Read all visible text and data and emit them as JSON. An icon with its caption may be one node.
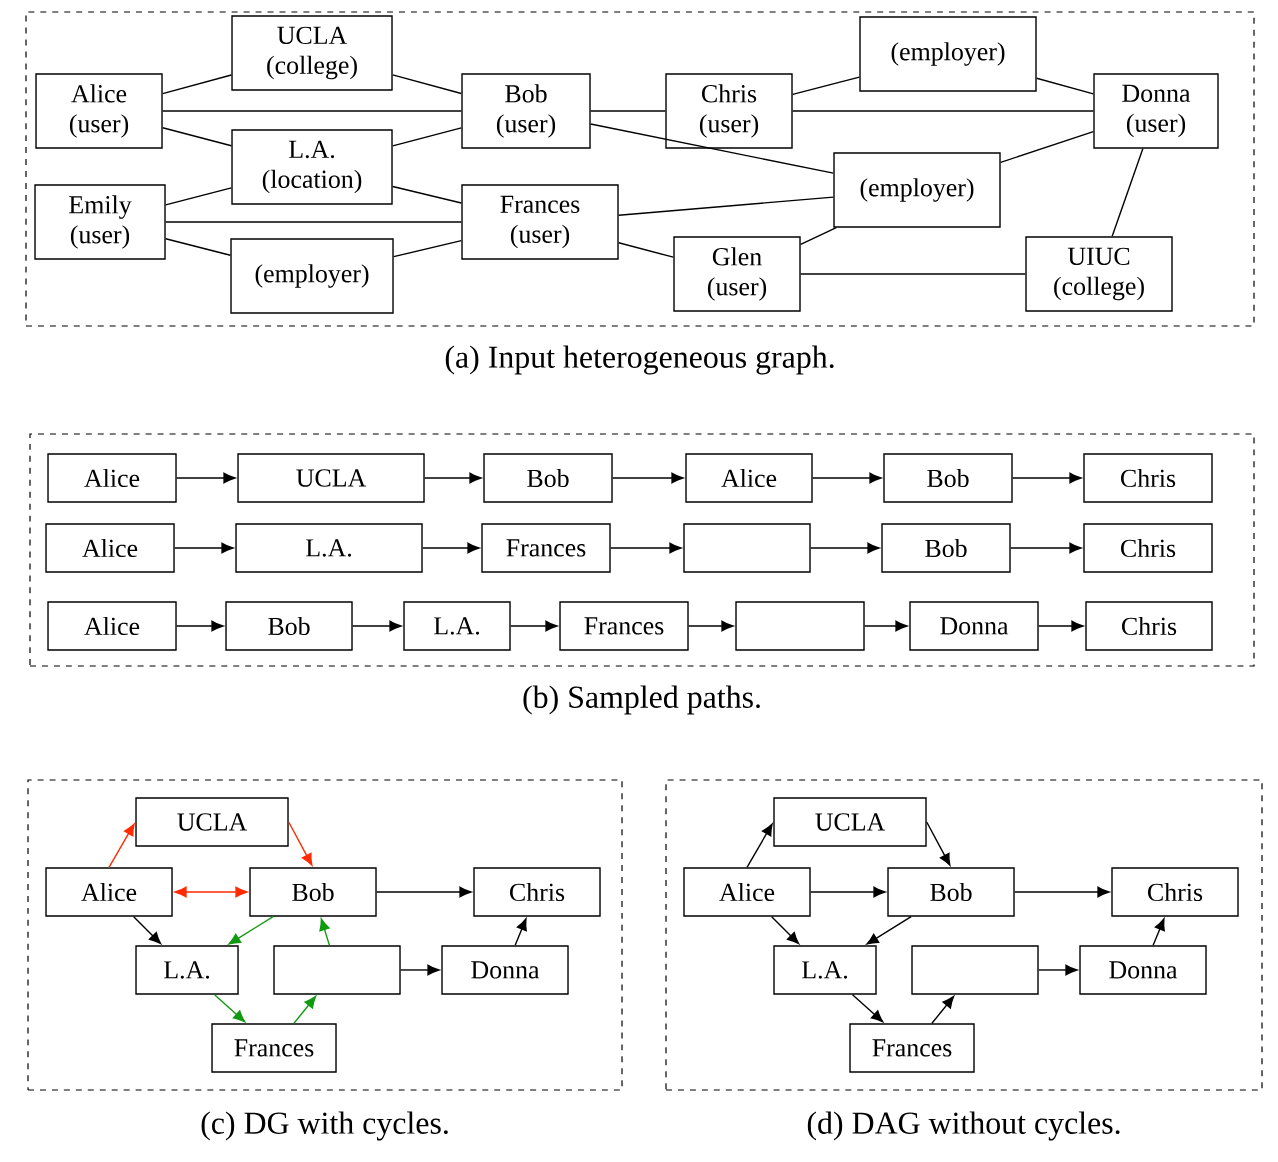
{
  "diagram": {
    "nodes": [
      {
        "text": [
          "(a) Input heterogeneous graph."
        ]
      },
      {
        "text": [
          "Alice (user)"
        ],
        "in": 0
      },
      {
        "text": [
          "UCLA (college)"
        ],
        "in": 0
      },
      {
        "text": [
          "L.A. (location)"
        ],
        "in": 0
      },
      {
        "text": [
          "Emily (user)"
        ],
        "in": 0
      },
      {
        "text": [
          "(employer)"
        ],
        "in": 0
      },
      {
        "text": [
          "Bob (user)"
        ],
        "in": 0
      },
      {
        "text": [
          "Frances (user)"
        ],
        "in": 0
      },
      {
        "text": [
          "Chris (user)"
        ],
        "in": 0
      },
      {
        "text": [
          "(employer)"
        ],
        "in": 0
      },
      {
        "text": [
          "(employer)"
        ],
        "in": 0
      },
      {
        "text": [
          "Glen (user)"
        ],
        "in": 0
      },
      {
        "text": [
          "Donna (user)"
        ],
        "in": 0
      },
      {
        "text": [
          "UIUC (college)"
        ],
        "in": 0
      },
      {
        "text": [
          "(b) Sampled paths."
        ]
      },
      {
        "text": [
          "Alice"
        ],
        "in": 14
      },
      {
        "text": [
          "UCLA"
        ],
        "in": 14
      },
      {
        "text": [
          "Bob"
        ],
        "in": 14
      },
      {
        "text": [
          "Alice"
        ],
        "in": 14
      },
      {
        "text": [
          "Bob"
        ],
        "in": 14
      },
      {
        "text": [
          "Chris"
        ],
        "in": 14
      },
      {
        "text": [
          "Alice"
        ],
        "in": 14
      },
      {
        "text": [
          "L.A."
        ],
        "in": 14
      },
      {
        "text": [
          "Frances"
        ],
        "in": 14
      },
      {
        "text": [],
        "shape": "box",
        "in": 14
      },
      {
        "text": [
          "Bob"
        ],
        "in": 14
      },
      {
        "text": [
          "Chris"
        ],
        "in": 14
      },
      {
        "text": [
          "Alice"
        ],
        "in": 14
      },
      {
        "text": [
          "Bob"
        ],
        "in": 14
      },
      {
        "text": [
          "L.A."
        ],
        "in": 14
      },
      {
        "text": [
          "Frances"
        ],
        "in": 14
      },
      {
        "text": [],
        "shape": "box",
        "in": 14
      },
      {
        "text": [
          "Donna"
        ],
        "in": 14
      },
      {
        "text": [
          "Chris"
        ],
        "in": 14
      },
      {
        "text": [
          "(c) DG with cycles."
        ]
      },
      {
        "text": [
          "UCLA"
        ],
        "in": 34
      },
      {
        "text": [
          "Alice"
        ],
        "in": 34
      },
      {
        "text": [
          "Bob"
        ],
        "in": 34
      },
      {
        "text": [
          "Chris"
        ],
        "in": 34
      },
      {
        "text": [
          "L.A."
        ],
        "in": 34
      },
      {
        "text": [],
        "shape": "box",
        "in": 34
      },
      {
        "text": [
          "Donna"
        ],
        "in": 34
      },
      {
        "text": [
          "Frances"
        ],
        "in": 34
      },
      {
        "text": [
          "(d) DAG without cycles."
        ]
      },
      {
        "text": [
          "UCLA"
        ],
        "in": 43
      },
      {
        "text": [
          "Alice"
        ],
        "in": 43
      },
      {
        "text": [
          "Bob"
        ],
        "in": 43
      },
      {
        "text": [
          "Chris"
        ],
        "in": 43
      },
      {
        "text": [
          "L.A."
        ],
        "in": 43
      },
      {
        "text": [],
        "shape": "box",
        "in": 43
      },
      {
        "text": [
          "Donna"
        ],
        "in": 43
      },
      {
        "text": [
          "Frances"
        ],
        "in": 43
      }
    ],
    "edges": [
      {
        "from": 1,
        "to": 2,
        "arrow": "none"
      },
      {
        "from": 1,
        "to": 6,
        "arrow": "none"
      },
      {
        "from": 1,
        "to": 3,
        "arrow": "none"
      },
      {
        "from": 4,
        "to": 3,
        "arrow": "none"
      },
      {
        "from": 4,
        "to": 7,
        "arrow": "none"
      },
      {
        "from": 4,
        "to": 5,
        "arrow": "none"
      },
      {
        "from": 2,
        "to": 6,
        "arrow": "none"
      },
      {
        "from": 3,
        "to": 6,
        "arrow": "none"
      },
      {
        "from": 3,
        "to": 7,
        "arrow": "none"
      },
      {
        "from": 5,
        "to": 7,
        "arrow": "none"
      },
      {
        "from": 6,
        "to": 8,
        "arrow": "none"
      },
      {
        "from": 6,
        "to": 10,
        "arrow": "none"
      },
      {
        "from": 7,
        "to": 10,
        "arrow": "none"
      },
      {
        "from": 7,
        "to": 11,
        "arrow": "none"
      },
      {
        "from": 8,
        "to": 9,
        "arrow": "none"
      },
      {
        "from": 8,
        "to": 12,
        "arrow": "none"
      },
      {
        "from": 9,
        "to": 12,
        "arrow": "none"
      },
      {
        "from": 10,
        "to": 12,
        "arrow": "none"
      },
      {
        "from": 10,
        "to": 11,
        "arrow": "none"
      },
      {
        "from": 11,
        "to": 13,
        "arrow": "none"
      },
      {
        "from": 13,
        "to": 12,
        "arrow": "none"
      },
      {
        "from": 15,
        "to": 16,
        "arrow": "to"
      },
      {
        "from": 16,
        "to": 17,
        "arrow": "to"
      },
      {
        "from": 17,
        "to": 18,
        "arrow": "to"
      },
      {
        "from": 18,
        "to": 19,
        "arrow": "to"
      },
      {
        "from": 19,
        "to": 20,
        "arrow": "to"
      },
      {
        "from": 21,
        "to": 22,
        "arrow": "to"
      },
      {
        "from": 22,
        "to": 23,
        "arrow": "to"
      },
      {
        "from": 23,
        "to": 24,
        "arrow": "to"
      },
      {
        "from": 24,
        "to": 25,
        "arrow": "to"
      },
      {
        "from": 25,
        "to": 26,
        "arrow": "to"
      },
      {
        "from": 27,
        "to": 28,
        "arrow": "to"
      },
      {
        "from": 28,
        "to": 29,
        "arrow": "to"
      },
      {
        "from": 29,
        "to": 30,
        "arrow": "to"
      },
      {
        "from": 30,
        "to": 31,
        "arrow": "to"
      },
      {
        "from": 31,
        "to": 32,
        "arrow": "to"
      },
      {
        "from": 32,
        "to": 33,
        "arrow": "to"
      },
      {
        "from": 36,
        "to": 35,
        "arrow": "to",
        "color": "#ff2a00"
      },
      {
        "from": 35,
        "to": 37,
        "arrow": "to",
        "color": "#ff2a00"
      },
      {
        "from": 36,
        "to": 37,
        "arrow": "both",
        "color": "#ff2a00"
      },
      {
        "from": 37,
        "to": 38,
        "arrow": "to"
      },
      {
        "from": 36,
        "to": 39,
        "arrow": "to"
      },
      {
        "from": 37,
        "to": 39,
        "arrow": "to",
        "color": "#109a10"
      },
      {
        "from": 39,
        "to": 42,
        "arrow": "to",
        "color": "#109a10"
      },
      {
        "from": 42,
        "to": 40,
        "arrow": "to",
        "color": "#109a10"
      },
      {
        "from": 40,
        "to": 37,
        "arrow": "to",
        "color": "#109a10"
      },
      {
        "from": 40,
        "to": 41,
        "arrow": "to"
      },
      {
        "from": 41,
        "to": 38,
        "arrow": "to"
      },
      {
        "from": 45,
        "to": 44,
        "arrow": "to"
      },
      {
        "from": 44,
        "to": 46,
        "arrow": "to"
      },
      {
        "from": 45,
        "to": 46,
        "arrow": "to"
      },
      {
        "from": 46,
        "to": 47,
        "arrow": "to"
      },
      {
        "from": 45,
        "to": 48,
        "arrow": "to"
      },
      {
        "from": 46,
        "to": 48,
        "arrow": "to"
      },
      {
        "from": 48,
        "to": 51,
        "arrow": "to"
      },
      {
        "from": 51,
        "to": 49,
        "arrow": "to"
      },
      {
        "from": 49,
        "to": 50,
        "arrow": "to"
      },
      {
        "from": 50,
        "to": 47,
        "arrow": "to"
      }
    ]
  }
}
